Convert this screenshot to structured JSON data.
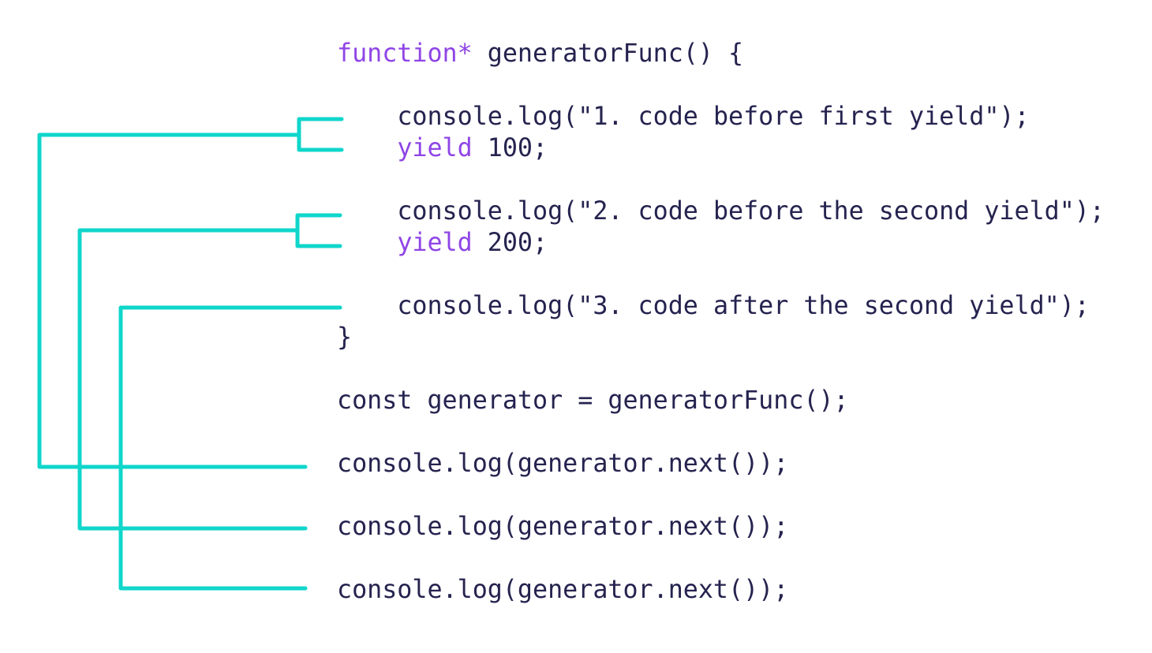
{
  "colors": {
    "text": "#25234f",
    "keyword": "#8f45e6",
    "connector": "#0fd6cb",
    "background": "#ffffff"
  },
  "code": {
    "lines": [
      {
        "indent": "",
        "keyword": "function*",
        "text": " generatorFunc() {"
      },
      {
        "indent": "",
        "keyword": "",
        "text": ""
      },
      {
        "indent": "    ",
        "keyword": "",
        "text": "console.log(\"1. code before first yield\");"
      },
      {
        "indent": "    ",
        "keyword": "yield",
        "text": " 100;"
      },
      {
        "indent": "",
        "keyword": "",
        "text": ""
      },
      {
        "indent": "    ",
        "keyword": "",
        "text": "console.log(\"2. code before the second yield\");"
      },
      {
        "indent": "    ",
        "keyword": "yield",
        "text": " 200;"
      },
      {
        "indent": "",
        "keyword": "",
        "text": ""
      },
      {
        "indent": "    ",
        "keyword": "",
        "text": "console.log(\"3. code after the second yield\");"
      },
      {
        "indent": "",
        "keyword": "",
        "text": "}"
      },
      {
        "indent": "",
        "keyword": "",
        "text": ""
      },
      {
        "indent": "",
        "keyword": "",
        "text": "const generator = generatorFunc();"
      },
      {
        "indent": "",
        "keyword": "",
        "text": ""
      },
      {
        "indent": "",
        "keyword": "",
        "text": "console.log(generator.next());"
      },
      {
        "indent": "",
        "keyword": "",
        "text": ""
      },
      {
        "indent": "",
        "keyword": "",
        "text": "console.log(generator.next());"
      },
      {
        "indent": "",
        "keyword": "",
        "text": ""
      },
      {
        "indent": "",
        "keyword": "",
        "text": "console.log(generator.next());"
      }
    ]
  },
  "connectors": [
    {
      "name": "first-next-call-connector",
      "links": "console.log(generator.next()) #1 -> lines 1-2 of body"
    },
    {
      "name": "second-next-call-connector",
      "links": "console.log(generator.next()) #2 -> lines 3-4 of body"
    },
    {
      "name": "third-next-call-connector",
      "links": "console.log(generator.next()) #3 -> line 5 of body"
    }
  ]
}
